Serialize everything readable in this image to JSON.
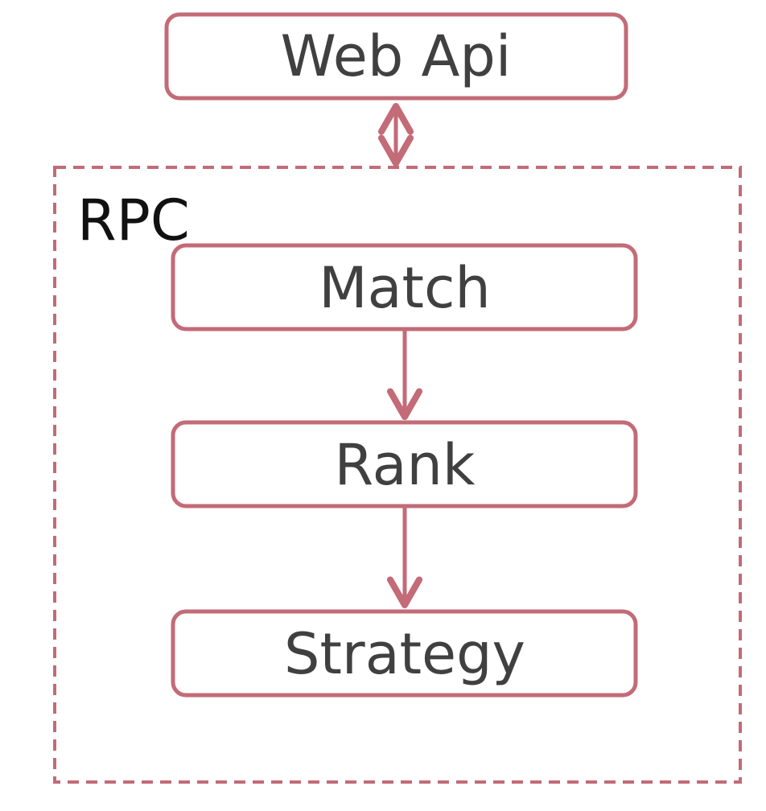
{
  "diagram": {
    "group": {
      "label": "RPC"
    },
    "nodes": {
      "web_api": "Web Api",
      "match": "Match",
      "rank": "Rank",
      "strategy": "Strategy"
    },
    "connections": [
      {
        "from": "Web Api",
        "to": "RPC",
        "direction": "bidirectional"
      },
      {
        "from": "Match",
        "to": "Rank",
        "direction": "forward"
      },
      {
        "from": "Rank",
        "to": "Strategy",
        "direction": "forward"
      }
    ],
    "colors": {
      "stroke": "#c36b77",
      "node_text": "#404040",
      "group_text": "#111111",
      "background": "#ffffff"
    }
  }
}
